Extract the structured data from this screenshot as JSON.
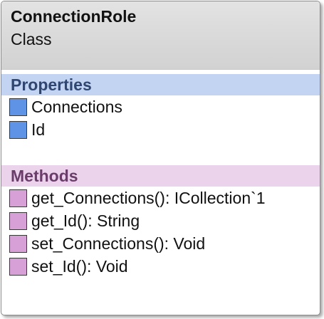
{
  "class": {
    "name": "ConnectionRole",
    "kind": "Class"
  },
  "properties": {
    "title": "Properties",
    "items": [
      {
        "label": "Connections",
        "icon": "property-icon"
      },
      {
        "label": "Id",
        "icon": "property-icon"
      }
    ]
  },
  "methods": {
    "title": "Methods",
    "items": [
      {
        "label": "get_Connections(): ICollection`1",
        "icon": "method-icon"
      },
      {
        "label": "get_Id(): String",
        "icon": "method-icon"
      },
      {
        "label": "set_Connections(): Void",
        "icon": "method-icon"
      },
      {
        "label": "set_Id(): Void",
        "icon": "method-icon"
      }
    ]
  },
  "colors": {
    "header_bg": "#d8d8d8",
    "properties_band": "#c3d4f3",
    "properties_title": "#2e4670",
    "property_icon": "#5f93e6",
    "methods_band": "#ecd3ec",
    "methods_title": "#6a3d6a",
    "method_icon": "#d7a1d7"
  }
}
